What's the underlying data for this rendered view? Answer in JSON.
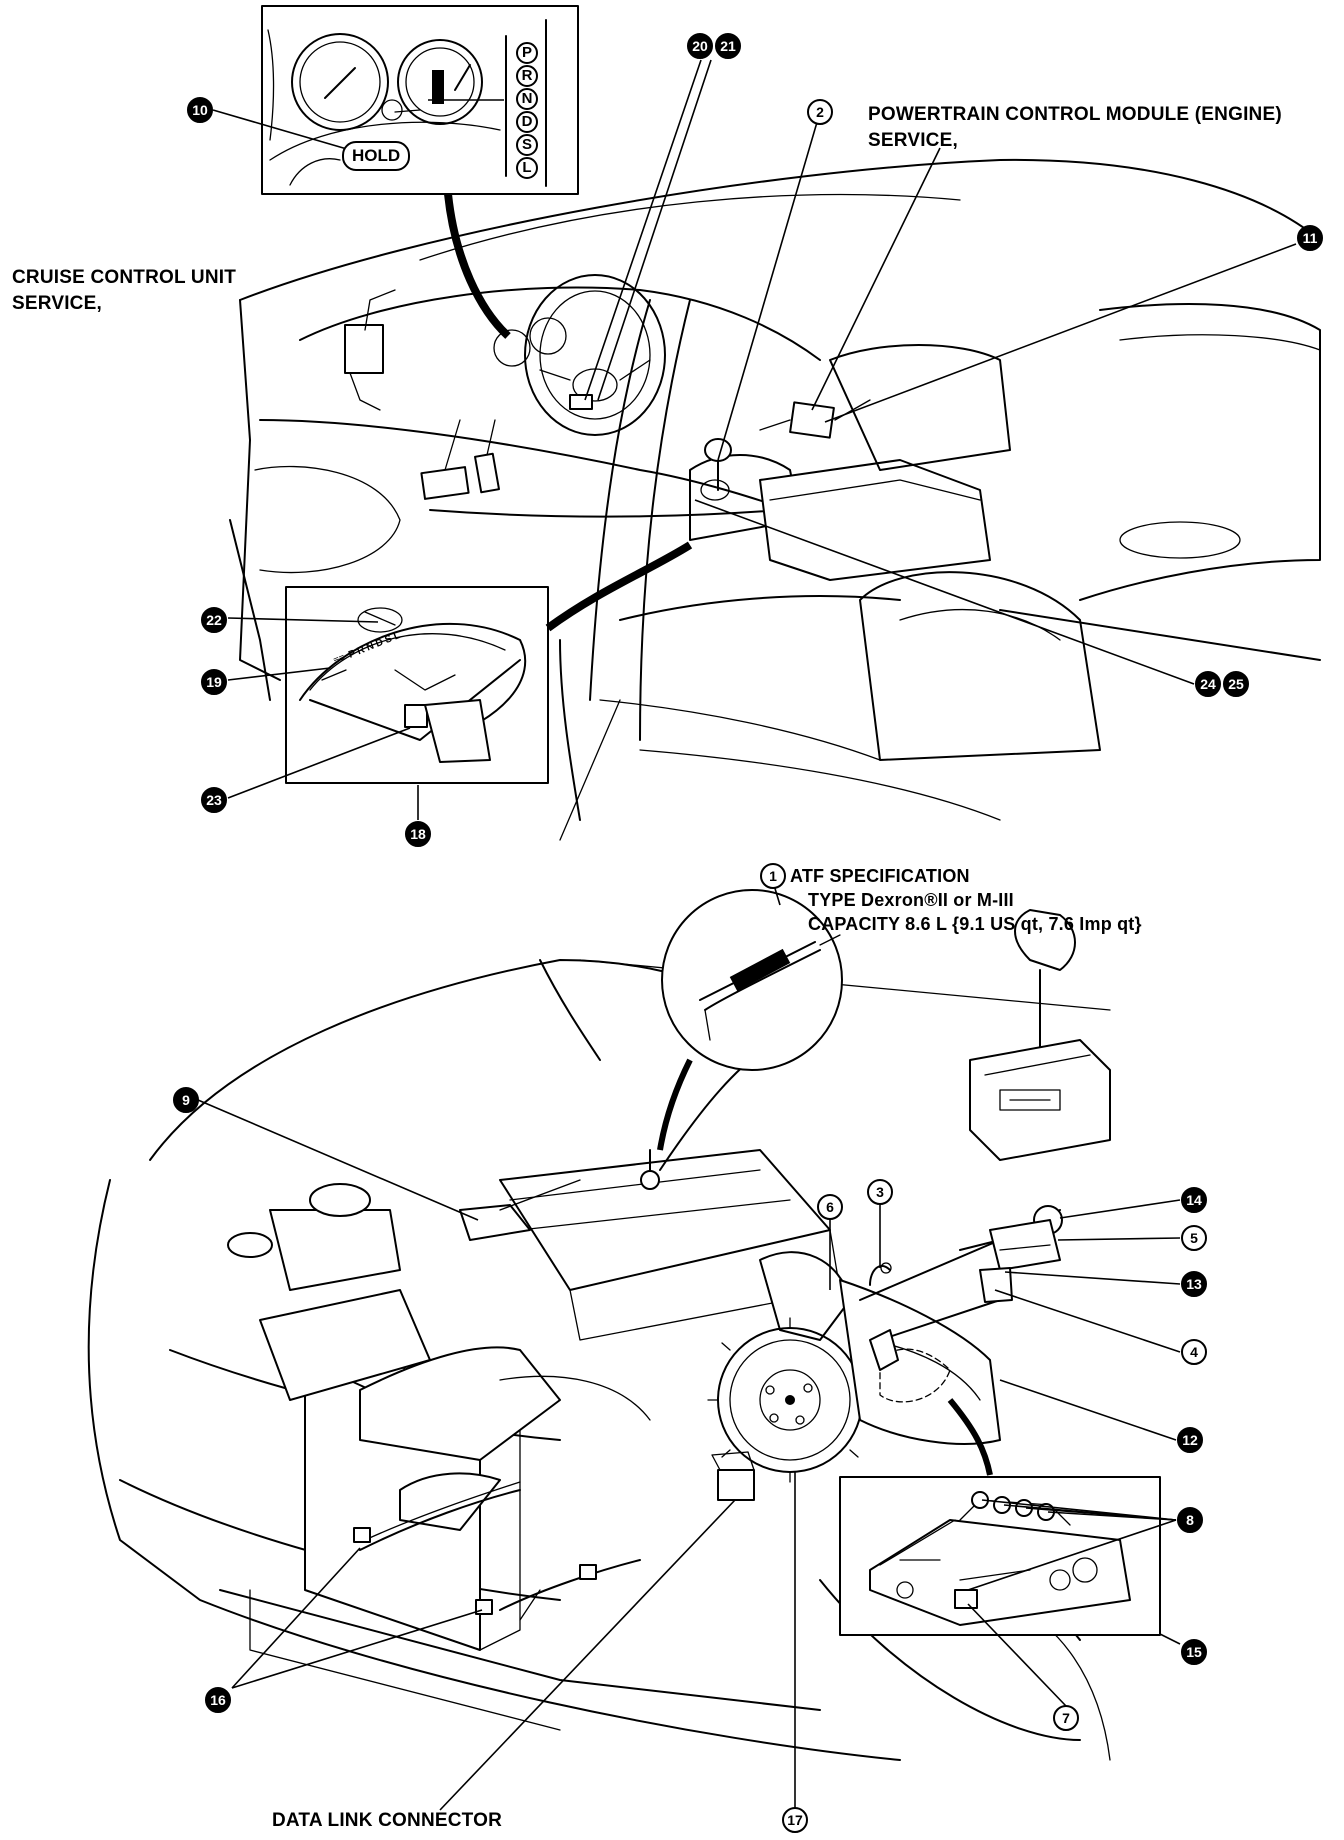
{
  "labels": {
    "cruise_line1": "CRUISE CONTROL UNIT",
    "cruise_line2": "SERVICE,",
    "pcm_line1": "POWERTRAIN CONTROL MODULE (ENGINE)",
    "pcm_line2": "SERVICE,",
    "atf_title": "ATF SPECIFICATION",
    "atf_type": "TYPE Dexron®II or M-III",
    "atf_capacity": "CAPACITY 8.6 L {9.1 US qt, 7.6 Imp qt}",
    "data_link": "DATA LINK CONNECTOR"
  },
  "instrument": {
    "hold_text": "HOLD",
    "gear_positions": [
      "P",
      "R",
      "N",
      "D",
      "S",
      "L"
    ]
  },
  "callouts": {
    "c1": "1",
    "c2": "2",
    "c3": "3",
    "c4": "4",
    "c5": "5",
    "c6": "6",
    "c7": "7",
    "c8": "8",
    "c9": "9",
    "c10": "10",
    "c11": "11",
    "c12": "12",
    "c13": "13",
    "c14": "14",
    "c15": "15",
    "c16": "16",
    "c17": "17",
    "c18": "18",
    "c19": "19",
    "c20": "20",
    "c21": "21",
    "c22": "22",
    "c23": "23",
    "c24": "24",
    "c25": "25"
  }
}
